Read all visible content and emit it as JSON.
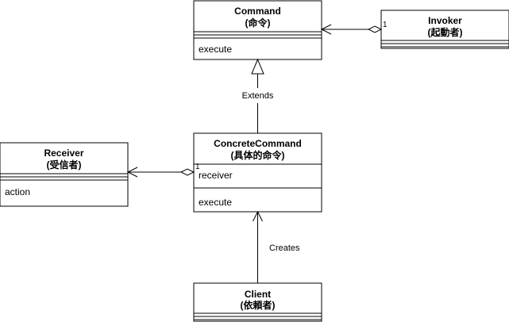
{
  "classes": {
    "command": {
      "name": "Command",
      "subtitle": "(命令)",
      "attributes": [],
      "operations": [
        "execute"
      ]
    },
    "invoker": {
      "name": "Invoker",
      "subtitle": "(起動者)",
      "attributes": [],
      "operations": []
    },
    "concrete_command": {
      "name": "ConcreteCommand",
      "subtitle": "(具体的命令)",
      "attributes": [
        "receiver"
      ],
      "operations": [
        "execute"
      ]
    },
    "receiver": {
      "name": "Receiver",
      "subtitle": "(受信者)",
      "attributes": [],
      "operations": [
        "action"
      ]
    },
    "client": {
      "name": "Client",
      "subtitle": "(依頼者)",
      "attributes": [],
      "operations": []
    }
  },
  "relations": {
    "extends_label": "Extends",
    "creates_label": "Creates",
    "invoker_multiplicity": "1",
    "concrete_command_multiplicity": "1"
  }
}
